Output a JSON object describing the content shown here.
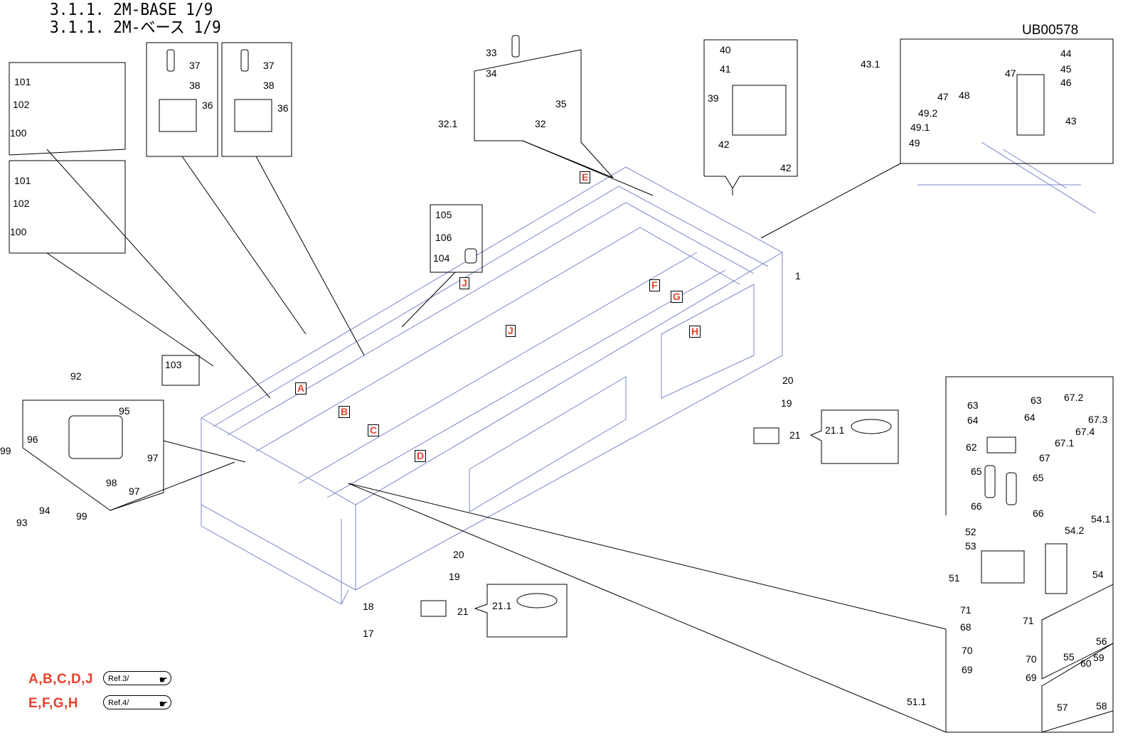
{
  "header": {
    "title_en": "3.1.1.  2M-BASE 1/9",
    "title_ja": "3.1.1.  2M-ベース 1/9",
    "drawing_id": "UB00578"
  },
  "colors": {
    "callout_red": "#e8412c",
    "frame_blue": "#7b86c8",
    "line_black": "#000000"
  },
  "part_labels": [
    {
      "id": "1",
      "text": "1"
    },
    {
      "id": "17",
      "text": "17"
    },
    {
      "id": "18",
      "text": "18"
    },
    {
      "id": "19a",
      "text": "19"
    },
    {
      "id": "20a",
      "text": "20"
    },
    {
      "id": "21a",
      "text": "21"
    },
    {
      "id": "21.1a",
      "text": "21.1"
    },
    {
      "id": "19b",
      "text": "19"
    },
    {
      "id": "20b",
      "text": "20"
    },
    {
      "id": "21b",
      "text": "21"
    },
    {
      "id": "21.1b",
      "text": "21.1"
    },
    {
      "id": "32",
      "text": "32"
    },
    {
      "id": "32.1",
      "text": "32.1"
    },
    {
      "id": "33",
      "text": "33"
    },
    {
      "id": "34",
      "text": "34"
    },
    {
      "id": "35",
      "text": "35"
    },
    {
      "id": "36a",
      "text": "36"
    },
    {
      "id": "37a",
      "text": "37"
    },
    {
      "id": "38a",
      "text": "38"
    },
    {
      "id": "36b",
      "text": "36"
    },
    {
      "id": "37b",
      "text": "37"
    },
    {
      "id": "38b",
      "text": "38"
    },
    {
      "id": "39",
      "text": "39"
    },
    {
      "id": "40",
      "text": "40"
    },
    {
      "id": "41",
      "text": "41"
    },
    {
      "id": "42a",
      "text": "42"
    },
    {
      "id": "42b",
      "text": "42"
    },
    {
      "id": "43",
      "text": "43"
    },
    {
      "id": "43.1",
      "text": "43.1"
    },
    {
      "id": "44",
      "text": "44"
    },
    {
      "id": "45",
      "text": "45"
    },
    {
      "id": "46",
      "text": "46"
    },
    {
      "id": "47a",
      "text": "47"
    },
    {
      "id": "47b",
      "text": "47"
    },
    {
      "id": "48",
      "text": "48"
    },
    {
      "id": "49",
      "text": "49"
    },
    {
      "id": "49.1",
      "text": "49.1"
    },
    {
      "id": "49.2",
      "text": "49.2"
    },
    {
      "id": "51",
      "text": "51"
    },
    {
      "id": "51.1",
      "text": "51.1"
    },
    {
      "id": "52",
      "text": "52"
    },
    {
      "id": "53",
      "text": "53"
    },
    {
      "id": "54",
      "text": "54"
    },
    {
      "id": "54.1",
      "text": "54.1"
    },
    {
      "id": "54.2",
      "text": "54.2"
    },
    {
      "id": "55",
      "text": "55"
    },
    {
      "id": "56",
      "text": "56"
    },
    {
      "id": "57",
      "text": "57"
    },
    {
      "id": "58",
      "text": "58"
    },
    {
      "id": "59",
      "text": "59"
    },
    {
      "id": "60",
      "text": "60"
    },
    {
      "id": "62",
      "text": "62"
    },
    {
      "id": "63a",
      "text": "63"
    },
    {
      "id": "63b",
      "text": "63"
    },
    {
      "id": "64a",
      "text": "64"
    },
    {
      "id": "64b",
      "text": "64"
    },
    {
      "id": "65a",
      "text": "65"
    },
    {
      "id": "65b",
      "text": "65"
    },
    {
      "id": "66a",
      "text": "66"
    },
    {
      "id": "66b",
      "text": "66"
    },
    {
      "id": "67",
      "text": "67"
    },
    {
      "id": "67.1",
      "text": "67.1"
    },
    {
      "id": "67.2",
      "text": "67.2"
    },
    {
      "id": "67.3",
      "text": "67.3"
    },
    {
      "id": "67.4",
      "text": "67.4"
    },
    {
      "id": "68",
      "text": "68"
    },
    {
      "id": "69a",
      "text": "69"
    },
    {
      "id": "69b",
      "text": "69"
    },
    {
      "id": "70a",
      "text": "70"
    },
    {
      "id": "70b",
      "text": "70"
    },
    {
      "id": "71a",
      "text": "71"
    },
    {
      "id": "71b",
      "text": "71"
    },
    {
      "id": "92",
      "text": "92"
    },
    {
      "id": "93",
      "text": "93"
    },
    {
      "id": "94",
      "text": "94"
    },
    {
      "id": "95",
      "text": "95"
    },
    {
      "id": "96",
      "text": "96"
    },
    {
      "id": "97a",
      "text": "97"
    },
    {
      "id": "97b",
      "text": "97"
    },
    {
      "id": "98",
      "text": "98"
    },
    {
      "id": "99a",
      "text": "99"
    },
    {
      "id": "99b",
      "text": "99"
    },
    {
      "id": "100a",
      "text": "100"
    },
    {
      "id": "101a",
      "text": "101"
    },
    {
      "id": "102a",
      "text": "102"
    },
    {
      "id": "100b",
      "text": "100"
    },
    {
      "id": "101b",
      "text": "101"
    },
    {
      "id": "102b",
      "text": "102"
    },
    {
      "id": "103",
      "text": "103"
    },
    {
      "id": "104",
      "text": "104"
    },
    {
      "id": "105",
      "text": "105"
    },
    {
      "id": "106",
      "text": "106"
    }
  ],
  "callouts": [
    "A",
    "B",
    "C",
    "D",
    "E",
    "F",
    "G",
    "H",
    "J",
    "J"
  ],
  "legend": [
    {
      "letters": "A,B,C,D,J",
      "ref": "Ref.3/",
      "icon": "pointing-hand-icon"
    },
    {
      "letters": "E,F,G,H",
      "ref": "Ref.4/",
      "icon": "pointing-hand-icon"
    }
  ]
}
